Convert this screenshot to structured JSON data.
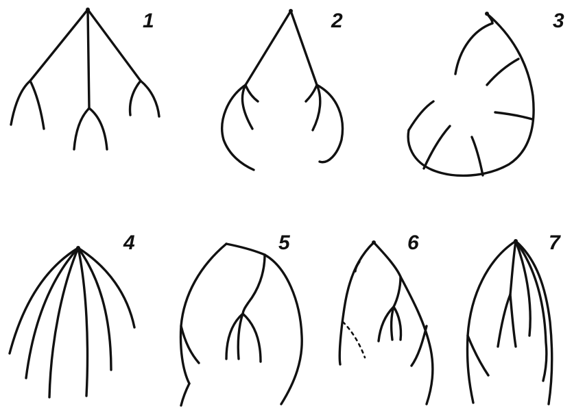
{
  "figure": {
    "background": "#ffffff",
    "stroke_color": "#111111",
    "panels": [
      {
        "id": "1",
        "label": "1"
      },
      {
        "id": "2",
        "label": "2"
      },
      {
        "id": "3",
        "label": "3"
      },
      {
        "id": "4",
        "label": "4"
      },
      {
        "id": "5",
        "label": "5"
      },
      {
        "id": "6",
        "label": "6"
      },
      {
        "id": "7",
        "label": "7"
      }
    ]
  }
}
